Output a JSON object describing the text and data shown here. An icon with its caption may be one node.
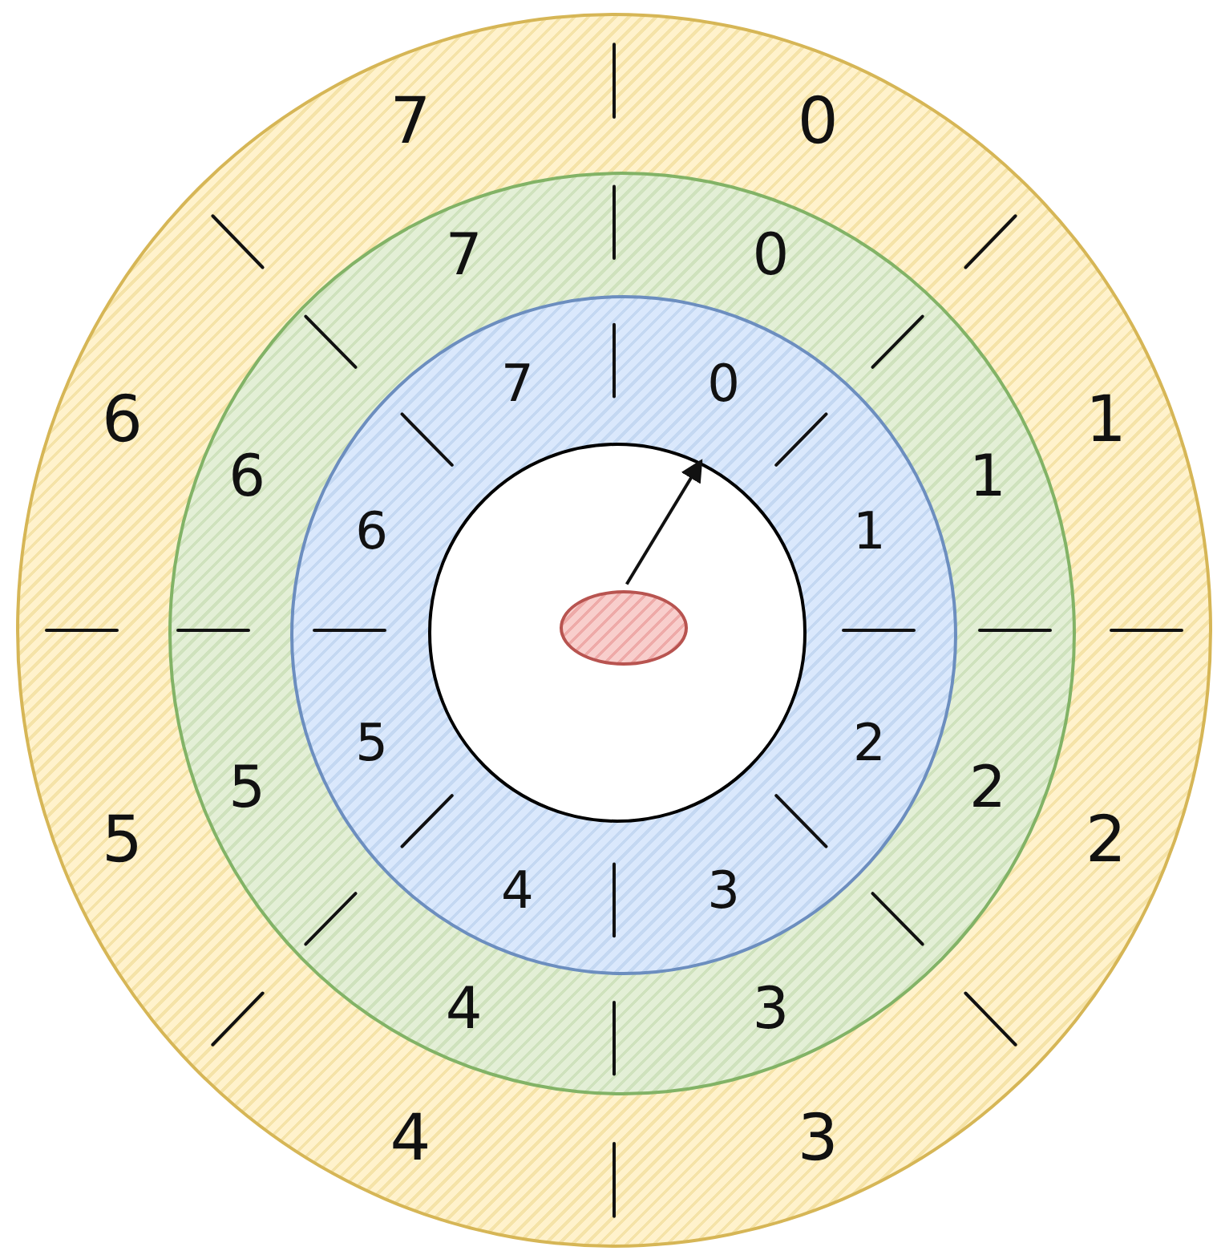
{
  "diagram": {
    "nodes": [
      {
        "text": [
          "0",
          "1",
          "2",
          "3",
          "4",
          "5",
          "6",
          "7"
        ]
      },
      {
        "text": [
          "0",
          "1",
          "2",
          "3",
          "4",
          "5",
          "6",
          "7"
        ],
        "in": 0
      },
      {
        "text": [
          "0",
          "1",
          "2",
          "3",
          "4",
          "5",
          "6",
          "7"
        ],
        "in": 1
      },
      {
        "text": [],
        "shape": "circle",
        "in": 2
      },
      {
        "text": [],
        "shape": "ellipse",
        "in": 3
      }
    ],
    "edges": [
      {
        "from": 4,
        "to": 3,
        "arrow": "to"
      }
    ]
  }
}
